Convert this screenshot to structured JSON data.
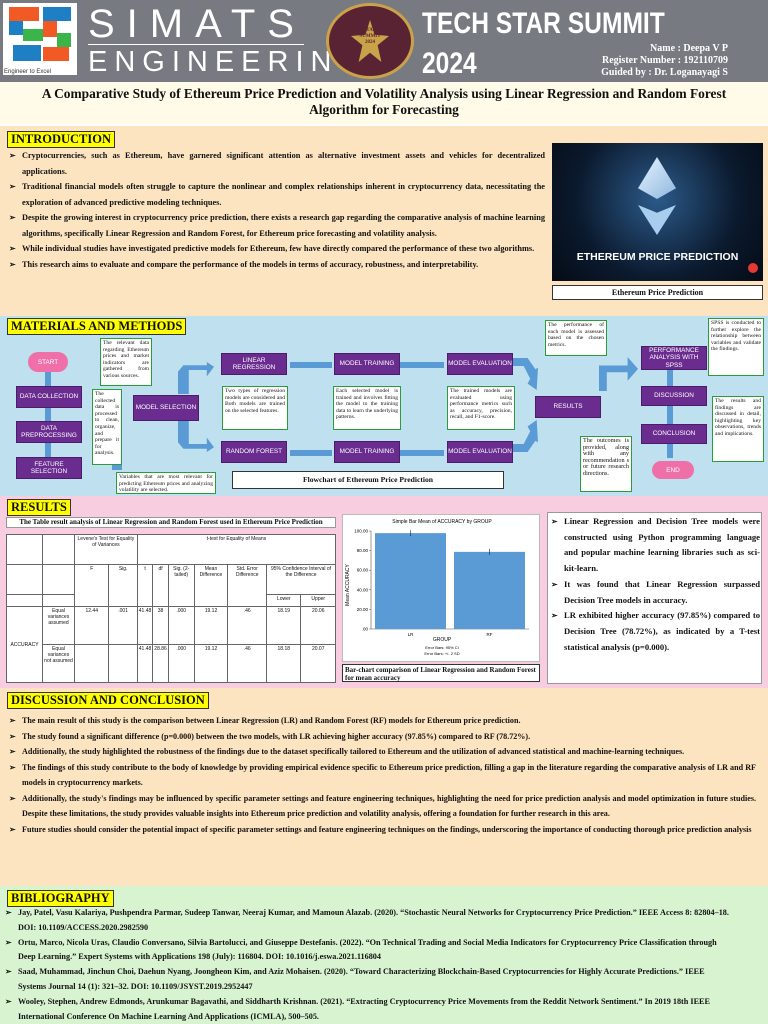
{
  "header": {
    "brand_line1": "SIMATS",
    "brand_line2": "ENGINEERING",
    "tagline": "Engineer to Excel",
    "summit_title": "TECH STAR SUMMIT 2024",
    "name_line": "Name : Deepa V P",
    "register_line": "Register Number : 192110709",
    "guide_line": "Guided by : Dr. Loganayagi S",
    "seal_text_top": "STAR",
    "seal_text_mid": "SUMMIT",
    "seal_text_year": "2024",
    "colors": {
      "header_bg": "#777a80",
      "accent_yellow": "#ffff00",
      "node_purple": "#6a2c8f",
      "arrow_blue": "#5b9bd5"
    }
  },
  "title": "A Comparative Study of Ethereum Price Prediction and Volatility Analysis using Linear Regression and Random Forest Algorithm for Forecasting",
  "introduction": {
    "heading": "INTRODUCTION",
    "bullets": [
      "Cryptocurrencies, such as Ethereum, have garnered significant attention as alternative investment assets and vehicles for decentralized applications.",
      "Traditional financial models often struggle to capture the nonlinear and complex relationships inherent in cryptocurrency data, necessitating the exploration of advanced predictive modeling techniques.",
      "Despite the growing interest in cryptocurrency price prediction, there exists a research gap regarding the comparative analysis of machine learning algorithms, specifically Linear Regression and Random Forest, for Ethereum price forecasting and volatility analysis.",
      "While individual studies have investigated predictive models for Ethereum, few have directly compared the performance of these two algorithms.",
      " This research aims to evaluate and compare the performance of the models in terms of accuracy, robustness, and interpretability."
    ],
    "image_caption": "ETHEREUM PRICE PREDICTION",
    "figure_caption": "Ethereum Price Prediction"
  },
  "methods": {
    "heading": "MATERIALS AND METHODS",
    "nodes": {
      "start": "START",
      "data_collection": "DATA COLLECTION",
      "data_preprocessing": "DATA PREPROCESSING",
      "feature_selection": "FEATURE SELECTION",
      "model_selection": "MODEL SELECTION",
      "linear_regression": "LINEAR REGRESSION",
      "random_forest": "RANDOM FOREST",
      "model_training_1": "MODEL TRAINING",
      "model_training_2": "MODEL TRAINING",
      "model_evaluation_1": "MODEL EVALUATION",
      "model_evaluation_2": "MODEL EVALUATION",
      "results": "RESULTS",
      "performance_analysis": "PERFORMANCE ANALYSIS WITH SPSS",
      "discussion": "DISCUSSION",
      "conclusion": "CONCLUSION",
      "end": "END"
    },
    "notes": {
      "collection": "The relevant data regarding Ethereum prices and market indicators are gathered from various sources.",
      "preprocess": "The collected data is processed to clean, organize, and prepare it for analysis.",
      "features": "Variables that are most relevant for predicting Ethereum prices and analyzing volatility are selected.",
      "models": "Two types of regression models are considered and Both models are trained on the selected features.",
      "training": "Each selected model is trained and involves fitting the model to the training data to learn the underlying patterns.",
      "evaluation": "The trained models are evaluated using performance metrics such as accuracy, precision, recall, and F1-score.",
      "performance": "The performance of each model is assessed based on the chosen metrics.",
      "spss": "SPSS is conducted to further explore the relationship between variables and validate the findings.",
      "discussion": "The results and findings are discussed in detail, highlighting key observations, trends and implications.",
      "outcomes": "The outcomes is provided, along with any recommendation s or future research directions."
    },
    "caption": "Flowchart of Ethereum Price Prediction"
  },
  "results": {
    "heading": "RESULTS",
    "table_title": "The Table result analysis of Linear Regression and Random Forest used in Ethereum Price Prediction",
    "table": {
      "levene_head": "Levene's Test for Equality of Variances",
      "ttest_head": "t-test for Equality of Means",
      "cols": [
        "F",
        "Sig.",
        "t",
        "df",
        "Sig. (2-tailed)",
        "Mean Difference",
        "Std. Error Difference",
        "95% Confidence Interval of the Difference"
      ],
      "ci_cols": [
        "Lower",
        "Upper"
      ],
      "row_label": "ACCURACY",
      "rows": [
        {
          "label": "Equal variances assumed",
          "F": "12.44",
          "Sig": ".001",
          "t": "41.48",
          "df": "38",
          "sig2": ".000",
          "md": "19.12",
          "sed": ".46",
          "lower": "18.19",
          "upper": "20.06"
        },
        {
          "label": "Equal variances not assumed",
          "F": "",
          "Sig": "",
          "t": "41.48",
          "df": "28.86",
          "sig2": ".000",
          "md": "19.12",
          "sed": ".46",
          "lower": "18.18",
          "upper": "20.07"
        }
      ]
    },
    "chart_caption": "Bar-chart comparison of Linear Regression and Random Forest for mean accuracy",
    "bullets": [
      "Linear Regression and Decision Tree models were constructed using Python programming language and popular machine learning libraries such as sci-kit-learn.",
      "It was found that Linear Regression surpassed Decision Tree models in accuracy.",
      "LR exhibited higher accuracy (97.85%) compared to Decision Tree (78.72%), as indicated by a T-test statistical analysis (p=0.000)."
    ]
  },
  "chart_data": {
    "type": "bar",
    "title": "Simple Bar Mean of ACCURACY by GROUP",
    "categories": [
      "LR",
      "RF"
    ],
    "values": [
      97.85,
      78.72
    ],
    "xlabel": "GROUP",
    "ylabel": "Mean ACCURACY",
    "ylim": [
      0,
      100
    ],
    "yticks": [
      "100.00",
      "80.00",
      "60.00",
      "40.00",
      "20.00",
      ".00"
    ],
    "footnotes": [
      "Error Bars: 95% CI",
      "Error Bars: +/- 2 SD"
    ],
    "grid": false,
    "colors": [
      "#5b9bd5",
      "#5b9bd5"
    ]
  },
  "discussion": {
    "heading": "DISCUSSION AND CONCLUSION",
    "bullets": [
      "The main result of this study is the comparison between Linear Regression (LR) and Random Forest (RF) models for Ethereum price prediction.",
      "The study found a significant difference (p=0.000) between the two models, with LR achieving higher accuracy (97.85%) compared to RF (78.72%).",
      "Additionally, the study highlighted the robustness of the findings due to the dataset specifically tailored to Ethereum and the utilization of advanced statistical and machine-learning techniques.",
      "The findings of this study contribute to the body of knowledge by providing empirical evidence specific to Ethereum price prediction, filling a gap in the literature regarding the comparative analysis of LR and RF models in cryptocurrency markets.",
      "Additionally, the study's findings may be influenced by specific parameter settings and feature engineering techniques, highlighting the need for price prediction analysis and model optimization in future studies. Despite these limitations, the study provides valuable insights into Ethereum price prediction and volatility analysis, offering a foundation for further research in this area.",
      "Future studies should consider the potential impact of specific parameter settings and feature engineering techniques on the findings, underscoring the importance of conducting thorough price prediction analysis"
    ]
  },
  "bibliography": {
    "heading": "BIBLIOGRAPHY",
    "refs": [
      "Jay, Patel, Vasu Kalariya, Pushpendra Parmar, Sudeep Tanwar, Neeraj Kumar, and Mamoun Alazab. (2020). “Stochastic Neural Networks for Cryptocurrency Price Prediction.” IEEE Access 8: 82804–18. DOI: 10.1109/ACCESS.2020.2982590",
      "Ortu, Marco, Nicola Uras, Claudio Conversano, Silvia Bartolucci, and Giuseppe Destefanis. (2022). “On Technical Trading and Social Media Indicators for Cryptocurrency Price Classification through Deep Learning.” Expert Systems with Applications 198 (July): 116804. DOI: 10.1016/j.eswa.2021.116804",
      "Saad, Muhammad, Jinchun Choi, Daehun Nyang, Joongheon Kim, and Aziz Mohaisen. (2020). “Toward Characterizing Blockchain-Based Cryptocurrencies for Highly Accurate Predictions.” IEEE Systems Journal 14 (1): 321–32. DOI: 10.1109/JSYST.2019.2952447",
      "Wooley, Stephen, Andrew Edmonds, Arunkumar Bagavathi, and Siddharth Krishnan. (2021). “Extracting Cryptocurrency Price Movements from the Reddit Network Sentiment.” In 2019 18th IEEE International Conference On Machine Learning And Applications (ICMLA), 500–505."
    ]
  }
}
